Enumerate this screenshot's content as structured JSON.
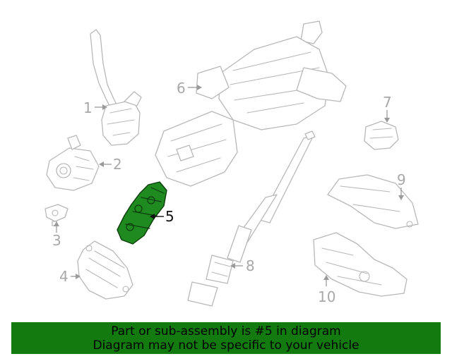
{
  "colors": {
    "banner_bg": "#137a0f",
    "highlight": "#1f8a1f",
    "line_art": "#b8b8b8"
  },
  "callouts": {
    "c1": "1",
    "c2": "2",
    "c3": "3",
    "c4": "4",
    "c5": "5",
    "c6": "6",
    "c7": "7",
    "c8": "8",
    "c9": "9",
    "c10": "10"
  },
  "highlighted_part": "5",
  "banner": {
    "line1": "Part or sub-assembly is #5 in diagram",
    "line2": "Diagram may not be specific to your vehicle"
  }
}
